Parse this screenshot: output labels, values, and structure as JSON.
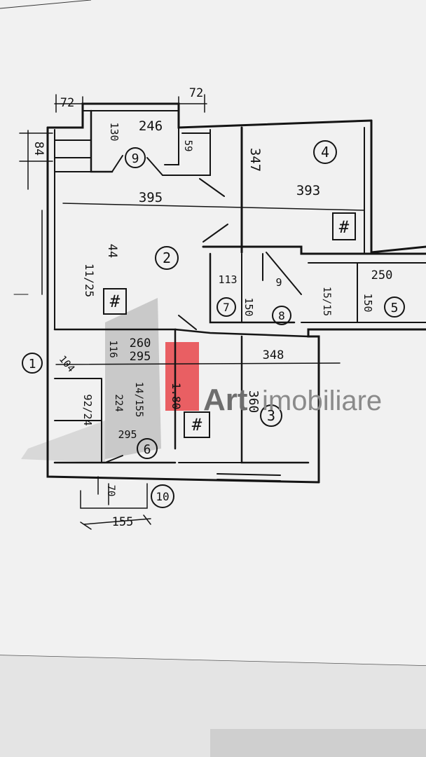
{
  "watermark": {
    "brand": "Art",
    "suffix": "imobiliare",
    "accent": "#e8454a"
  },
  "room_numbers": [
    "1",
    "2",
    "3",
    "4",
    "5",
    "6",
    "7",
    "8",
    "9",
    "10"
  ],
  "dimensions": {
    "d72_left": "72",
    "d72_right": "72",
    "d84": "84",
    "d246": "246",
    "d130": "130",
    "d59": "59",
    "d347": "347",
    "d395": "395",
    "d393": "393",
    "d44": "44",
    "d1125": "11/25",
    "d113": "113",
    "d150a": "150",
    "d9": "9",
    "d115": "15/15",
    "d250": "250",
    "d150b": "150",
    "d260": "260",
    "d295a": "295",
    "d116": "116",
    "d104": "104",
    "d9224": "92/24",
    "d224": "224",
    "d14155": "14/155",
    "d295b": "295",
    "d180": "1.80",
    "d348": "348",
    "d360": "360",
    "d70": "70",
    "d155": "155"
  },
  "symbols": {
    "hash": "#"
  },
  "colors": {
    "paper": "#f2f2f2",
    "ink": "#141414",
    "background": "#d6d6d6"
  }
}
